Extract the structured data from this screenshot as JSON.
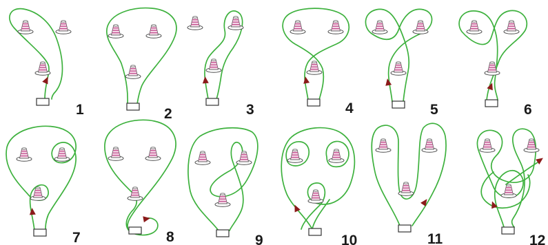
{
  "diagrams": [
    {
      "label": "1"
    },
    {
      "label": "2"
    },
    {
      "label": "3"
    },
    {
      "label": "4"
    },
    {
      "label": "5"
    },
    {
      "label": "6"
    },
    {
      "label": "7"
    },
    {
      "label": "8"
    },
    {
      "label": "9"
    },
    {
      "label": "10"
    },
    {
      "label": "11"
    },
    {
      "label": "12"
    }
  ],
  "colors": {
    "path": "#3db13d",
    "arrow": "#8b1a1a",
    "cone_stripe_dark": "#c04c8c",
    "cone_stripe_light": "#f4d2e6",
    "start_box": "#ffffff"
  },
  "icons": {
    "cone": "traffic-cone-icon",
    "start": "start-box",
    "direction": "direction-arrow-icon"
  }
}
